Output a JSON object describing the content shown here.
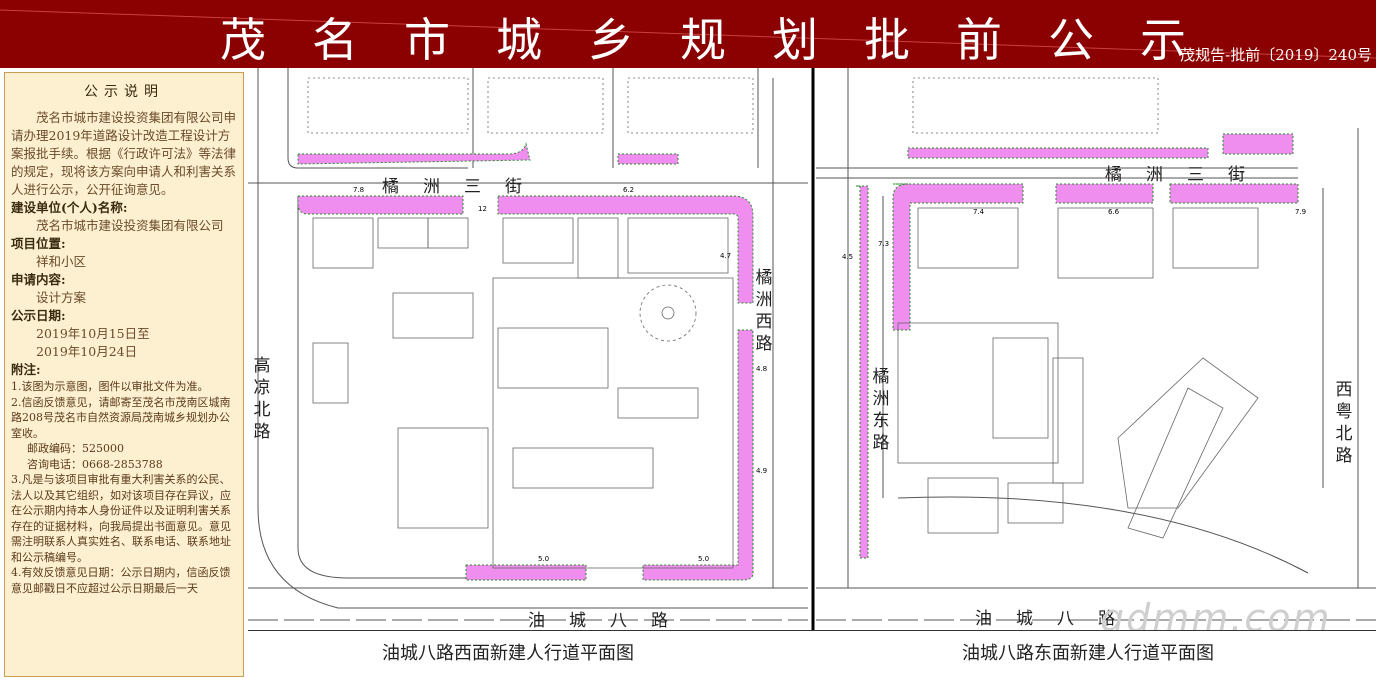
{
  "header": {
    "title": "茂名市城乡规划批前公示",
    "code": "茂规告-批前〔2019〕240号",
    "bg_color": "#8b0000"
  },
  "notice": {
    "title": "公示说明",
    "intro": "茂名市城市建设投资集团有限公司申请办理2019年道路设计改造工程设计方案报批手续。根据《行政许可法》等法律的规定，现将该方案向申请人和利害关系人进行公示，公开征询意见。",
    "builder_label": "建设单位(个人)名称:",
    "builder_value": "茂名市城市建设投资集团有限公司",
    "location_label": "项目位置:",
    "location_value": "祥和小区",
    "content_label": "申请内容:",
    "content_value": "设计方案",
    "date_label": "公示日期:",
    "date_start": "2019年10月15日至",
    "date_end": "2019年10月24日",
    "notes_label": "附注:",
    "notes": [
      "1.该图为示意图，图件以审批文件为准。",
      "2.信函反馈意见，请邮寄至茂名市茂南区城南路208号茂名市自然资源局茂南城乡规划办公室收。",
      "3.凡是与该项目审批有重大利害关系的公民、法人以及其它组织，如对该项目存在异议，应在公示期内持本人身份证件以及证明利害关系存在的证据材料，向我局提出书面意见。意见需注明联系人真实姓名、联系电话、联系地址和公示稿编号。",
      "4.有效反馈意见日期：公示日期内，信函反馈意见邮戳日不应超过公示日期最后一天"
    ],
    "postcode": "邮政编码：525000",
    "phone": "咨询电话：0668-2853788"
  },
  "map": {
    "roads": {
      "top_left": "橘洲三街",
      "top_right": "橘洲三街",
      "left": "高凉北路",
      "middle_left": "橘洲西路",
      "middle_right": "橘洲东路",
      "right": "西粤北路",
      "bottom_left": "油城八路",
      "bottom_right": "油城八路"
    },
    "dims": [
      "12",
      "7.8",
      "6.2",
      "4.7",
      "4.8",
      "4.9",
      "5.0",
      "5.0",
      "4.5",
      "7.3",
      "7.4",
      "6.6",
      "7.9"
    ],
    "highlight_color": "#f08ef0"
  },
  "captions": {
    "left": "油城八路西面新建人行道平面图",
    "right": "油城八路东面新建人行道平面图"
  },
  "watermark": "gdmm.com"
}
